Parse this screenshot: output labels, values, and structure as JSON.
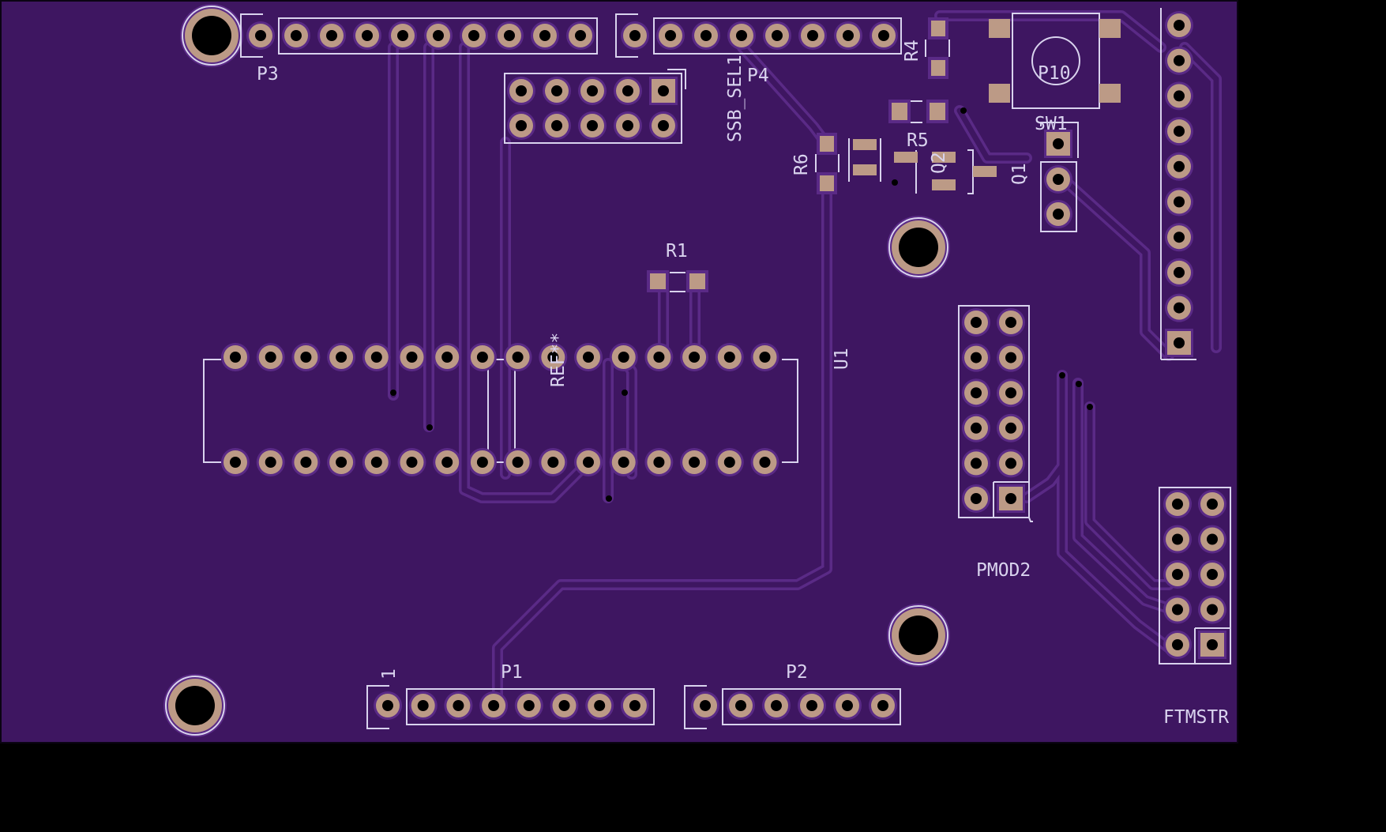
{
  "colors": {
    "board": "#3e1661",
    "trace": "#5a2a86",
    "pad": "#bc9a86",
    "hole": "#000000",
    "silk": "#d9d3ee",
    "outline": "#0b0413"
  },
  "labels": {
    "p3": "P3",
    "p4": "P4",
    "ssb_sel": "SSB_SEL1",
    "r4": "R4",
    "p10": "P10",
    "sw1": "SW1",
    "r5": "R5",
    "q2": "Q2",
    "r6": "R6",
    "q1": "Q1",
    "r1": "R1",
    "u1": "U1",
    "ref": "REF**",
    "pmod2": "PMOD2",
    "p1": "P1",
    "p1_pin1": "1",
    "p2": "P2",
    "ftmstr": "FTMSTR"
  }
}
